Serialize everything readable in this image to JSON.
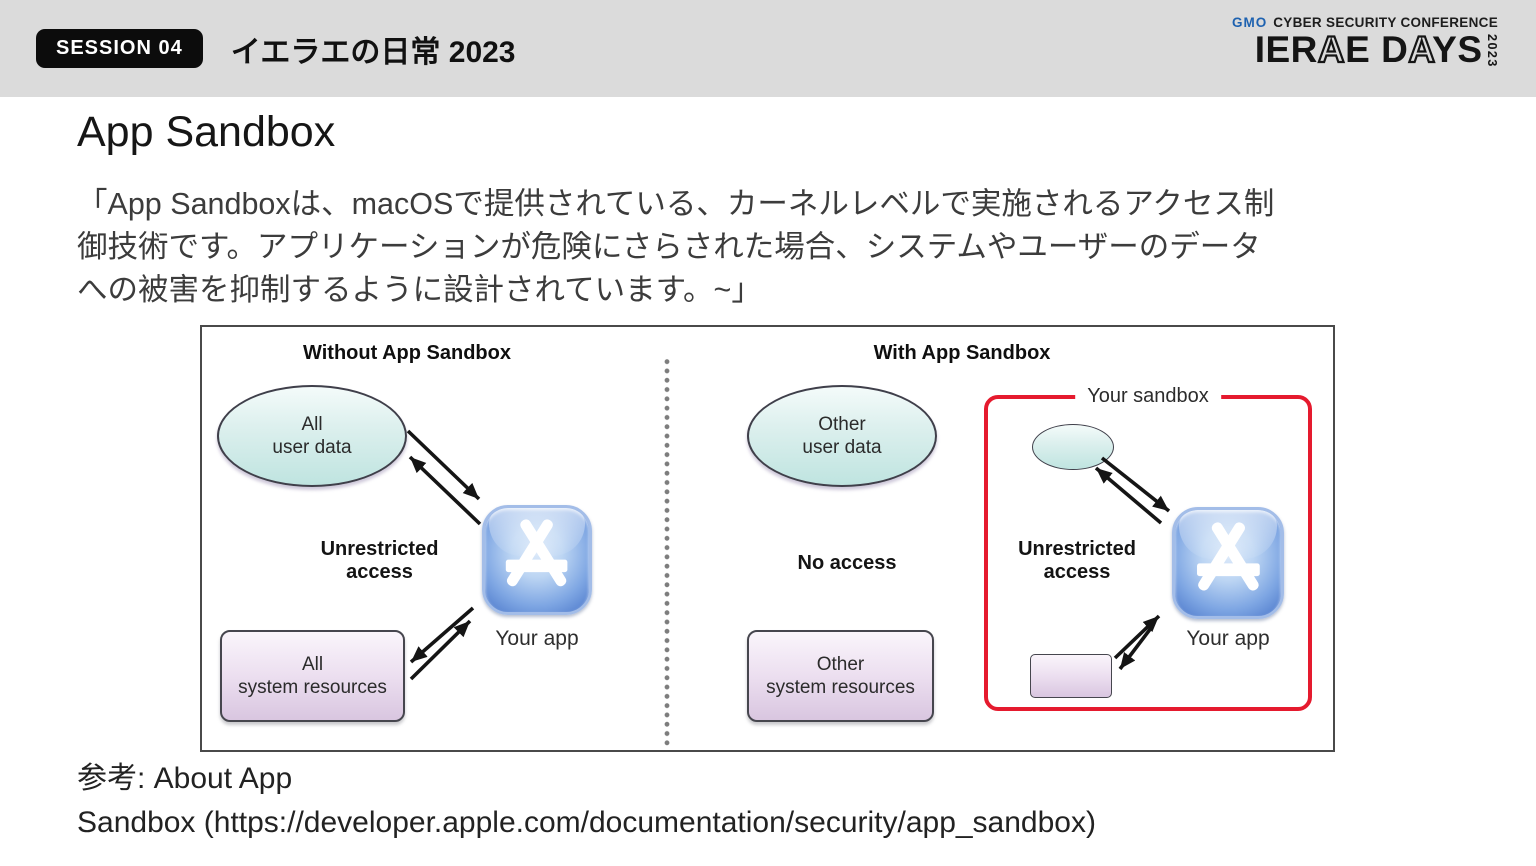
{
  "header": {
    "session_badge": "SESSION 04",
    "title": "イエラエの日常 2023",
    "logo": {
      "gmo": "GMO",
      "conference": "CYBER SECURITY CONFERENCE",
      "brand_parts": [
        "IER",
        "A",
        "E D",
        "A",
        "YS"
      ],
      "year": "2023"
    }
  },
  "main": {
    "title": "App Sandbox",
    "paragraph_lines": [
      "「App Sandboxは、macOSで提供されている、カーネルレベルで実施されるアクセス制",
      "御技術です。アプリケーションが危険にさらされた場合、システムやユーザーのデータ",
      "への被害を抑制するように設計されています。~」"
    ],
    "reference_lines": [
      "参考: About App",
      "Sandbox (https://developer.apple.com/documentation/security/app_sandbox)"
    ]
  },
  "diagram": {
    "left": {
      "title": "Without App Sandbox",
      "ellipse_label": [
        "All",
        "user data"
      ],
      "access_label": [
        "Unrestricted",
        "access"
      ],
      "rect_label": [
        "All",
        "system resources"
      ],
      "app_label": "Your app"
    },
    "right": {
      "title": "With App Sandbox",
      "ellipse_label": [
        "Other",
        "user data"
      ],
      "access_label": "No access",
      "rect_label": [
        "Other",
        "system resources"
      ],
      "sandbox_label": "Your sandbox",
      "inner_access_label": [
        "Unrestricted",
        "access"
      ],
      "app_label": "Your app"
    },
    "colors": {
      "ellipse_fill_top": "#f4fbfa",
      "ellipse_fill_bottom": "#bfe4e0",
      "rect_fill_top": "#faf5fb",
      "rect_fill_bottom": "#d9c6e0",
      "sandbox_border": "#e51a2e",
      "app_icon_blue": "#5b86d2",
      "header_background": "#dbdbdb",
      "gmo_blue": "#1e62b0"
    }
  }
}
